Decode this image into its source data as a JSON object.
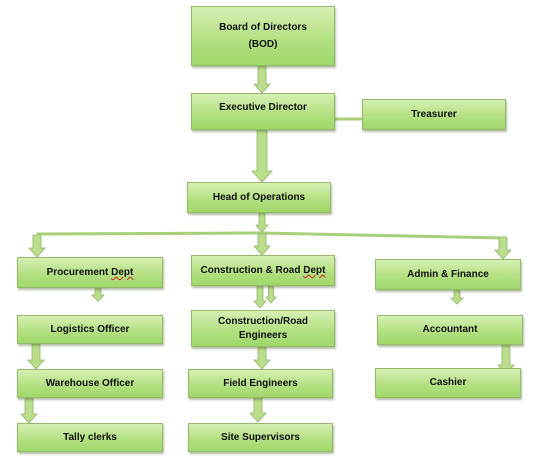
{
  "nodes": {
    "board": {
      "line1": "Board of Directors",
      "line2": "(BOD)"
    },
    "executive": {
      "label": "Executive Director"
    },
    "treasurer": {
      "label": "Treasurer"
    },
    "head_ops": {
      "label": "Head of Operations"
    },
    "procurement": {
      "prefix": "Procurement ",
      "flagged": "Dept"
    },
    "construction": {
      "prefix": "Construction  & Road ",
      "flagged": "Dept"
    },
    "admin": {
      "label": "Admin  & Finance"
    },
    "logistics": {
      "label": "Logistics Officer"
    },
    "construction_eng": {
      "line1": "Construction/Road",
      "line2": "Engineers"
    },
    "accountant": {
      "label": "Accountant"
    },
    "warehouse": {
      "label": "Warehouse  Officer"
    },
    "field_eng": {
      "label": "Field Engineers"
    },
    "cashier": {
      "label": "Cashier"
    },
    "tally": {
      "label": "Tally clerks"
    },
    "site_sup": {
      "label": "Site Supervisors"
    }
  },
  "colors": {
    "box_fill": "#b4e082",
    "arrow_fill": "#b9dd8a",
    "arrow_stroke": "#8fb567",
    "line": "#a7cf78"
  }
}
